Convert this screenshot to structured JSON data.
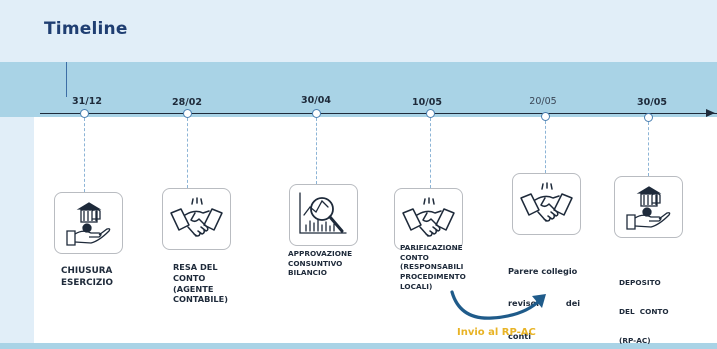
{
  "title": "Timeline",
  "events": [
    {
      "date": "31/12",
      "label_lines": [
        "CHIUSURA",
        "ESERCIZIO"
      ],
      "icon": "hand-money-building-icon"
    },
    {
      "date": "28/02",
      "label_lines": [
        "RESA DEL",
        "CONTO",
        "(AGENTE",
        "CONTABILE)"
      ],
      "icon": "handshake-icon"
    },
    {
      "date": "30/04",
      "label_lines": [
        "APPROVAZIONE",
        "CONSUNTIVO",
        "BILANCIO"
      ],
      "icon": "chart-magnifier-icon"
    },
    {
      "date": "10/05",
      "label_lines": [
        "PARIFICAZIONE",
        "CONTO",
        "(RESPONSABILI",
        "PROCEDIMENTO",
        "LOCALI)"
      ],
      "icon": "handshake-icon"
    },
    {
      "date": "20/05",
      "label_lines": [
        "Parere collegio",
        "revisori        dei",
        "conti"
      ],
      "icon": "handshake-icon"
    },
    {
      "date": "30/05",
      "label_lines": [
        "DEPOSITO",
        "DEL  CONTO",
        "(RP-AC)"
      ],
      "icon": "hand-money-building-icon"
    }
  ],
  "flow_label": "Invio al RP-AC",
  "colors": {
    "title": "#1f3e72",
    "band": "#a9d3e6",
    "accent": "#e8b325",
    "flow_arrow": "#1f5b8a"
  }
}
